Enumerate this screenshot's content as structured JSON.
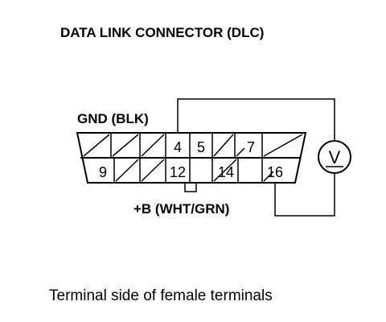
{
  "title": "DATA LINK CONNECTOR (DLC)",
  "labels": {
    "gnd": "GND (BLK)",
    "b_plus": "+B (WHT/GRN)",
    "meter": "V"
  },
  "caption": "Terminal side of female terminals",
  "connector": {
    "top_row": [
      {
        "pin": "",
        "type": "blank"
      },
      {
        "pin": "",
        "type": "blank"
      },
      {
        "pin": "",
        "type": "blank"
      },
      {
        "pin": "4",
        "type": "numbered"
      },
      {
        "pin": "5",
        "type": "numbered"
      },
      {
        "pin": "",
        "type": "blank"
      },
      {
        "pin": "7",
        "type": "numbered"
      },
      {
        "pin": "",
        "type": "blank"
      }
    ],
    "bottom_row": [
      {
        "pin": "9",
        "type": "numbered"
      },
      {
        "pin": "",
        "type": "blank"
      },
      {
        "pin": "",
        "type": "blank"
      },
      {
        "pin": "12",
        "type": "numbered"
      },
      {
        "pin": "",
        "type": "blank"
      },
      {
        "pin": "14",
        "type": "numbered"
      },
      {
        "pin": "",
        "type": "blank"
      },
      {
        "pin": "16",
        "type": "numbered"
      }
    ]
  },
  "colors": {
    "ink": "#000000",
    "background": "#ffffff"
  }
}
